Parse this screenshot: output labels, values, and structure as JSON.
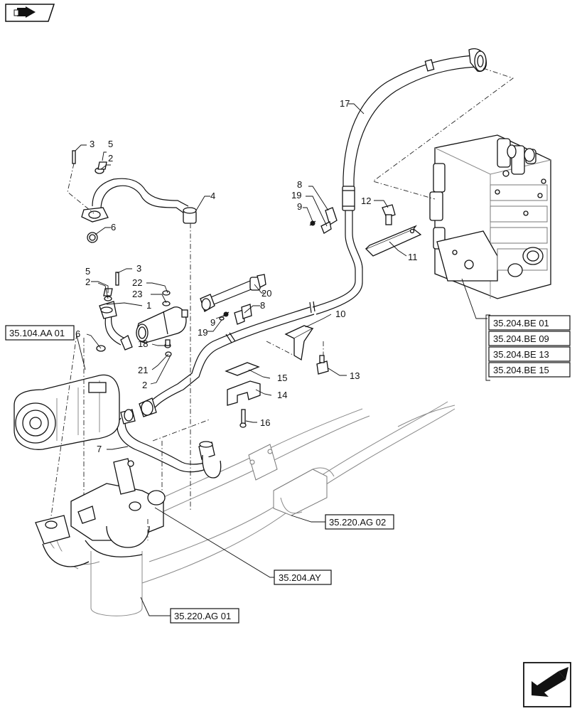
{
  "nav": {
    "prev_icon": "book-arrow-icon",
    "next_icon": "arrow-down-left-icon"
  },
  "callouts": {
    "c1": "1",
    "c2a": "2",
    "c2b": "2",
    "c2c": "2",
    "c3a": "3",
    "c3b": "3",
    "c4": "4",
    "c5a": "5",
    "c5b": "5",
    "c6a": "6",
    "c6b": "6",
    "c7": "7",
    "c8a": "8",
    "c8b": "8",
    "c9a": "9",
    "c9b": "9",
    "c10": "10",
    "c11": "11",
    "c12": "12",
    "c13": "13",
    "c14": "14",
    "c15": "15",
    "c16": "16",
    "c17": "17",
    "c18": "18",
    "c19a": "19",
    "c19b": "19",
    "c20": "20",
    "c21": "21",
    "c22": "22",
    "c23": "23"
  },
  "references": {
    "be01": "35.204.BE 01",
    "be09": "35.204.BE 09",
    "be13": "35.204.BE 13",
    "be15": "35.204.BE 15",
    "aa01": "35.104.AA 01",
    "ag02": "35.220.AG 02",
    "ay": "35.204.AY",
    "ag01": "35.220.AG 01"
  }
}
